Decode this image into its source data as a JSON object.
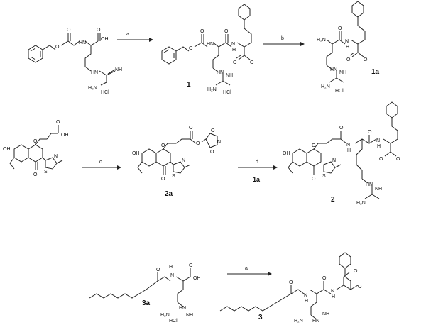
{
  "reaction_steps": [
    {
      "from": "Cbz-Arg-OH·HCl",
      "reagent": "a",
      "to": "1"
    },
    {
      "from": "1",
      "reagent": "b",
      "to": "1a"
    },
    {
      "from": "chromone acid",
      "reagent": "c",
      "to": "2a"
    },
    {
      "from": "2a",
      "reagent": "d",
      "reagent2": "1a",
      "to": "2"
    },
    {
      "from": "3a",
      "reagent": "a",
      "to": "3"
    }
  ],
  "atom_labels": {
    "OH": "OH",
    "O": "O",
    "N": "N",
    "NH": "NH",
    "HN": "HN",
    "H2N": "H₂N",
    "H": "H",
    "HCl": "HCl",
    "S": "S"
  },
  "compounds": {
    "c1": "1",
    "c1a": "1a",
    "c2a": "2a",
    "c2": "2",
    "c3a": "3a",
    "c3": "3"
  }
}
